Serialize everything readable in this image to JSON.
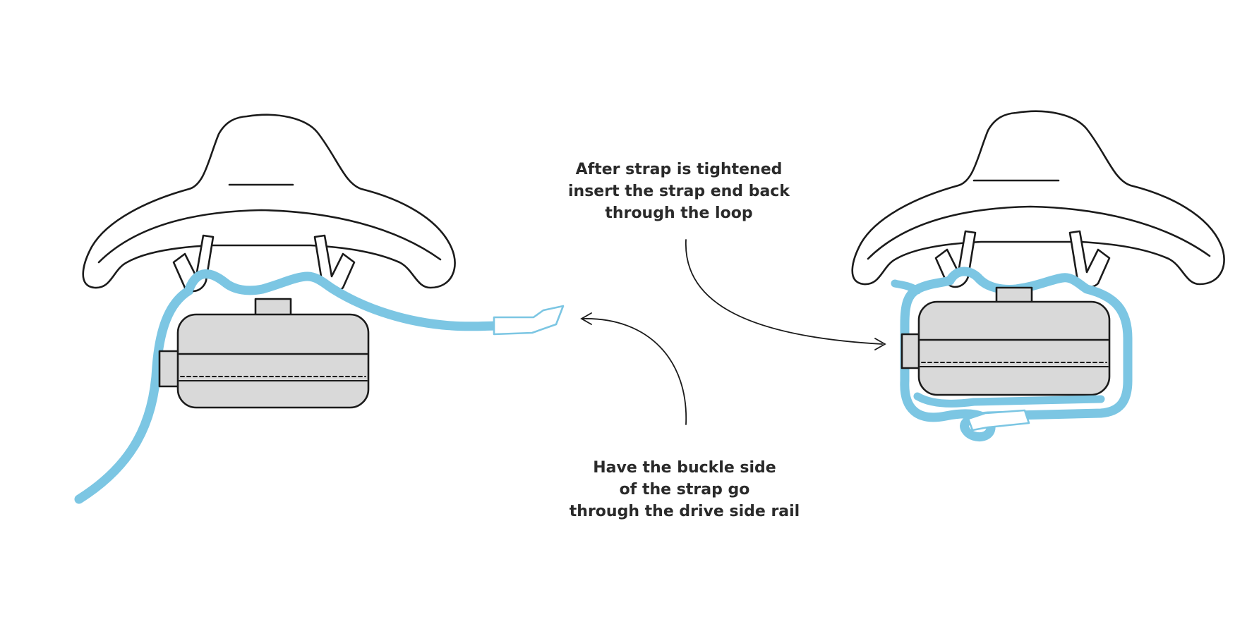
{
  "colors": {
    "strap": "#7cc6e3",
    "bag": "#d9d9d9",
    "outline": "#1b1b1b",
    "text": "#2a2a2a"
  },
  "annotations": {
    "after_tightened": {
      "lines": [
        "After strap is tightened",
        "insert the strap end back",
        "through the loop"
      ]
    },
    "buckle_side": {
      "lines": [
        "Have the buckle side",
        "of the strap go",
        "through the drive side rail"
      ]
    }
  }
}
